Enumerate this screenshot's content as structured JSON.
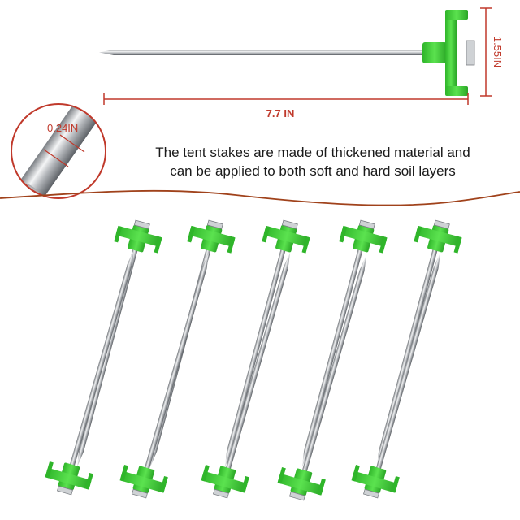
{
  "dimensions": {
    "length_label": "7.7 IN",
    "head_height_label": "1.55IN",
    "diameter_label": "0.24IN"
  },
  "description": {
    "line1": "The tent stakes are made of thickened material and",
    "line2": "can be applied to both soft and hard soil layers"
  },
  "colors": {
    "stake_green": "#3ecf35",
    "dimension_red": "#c0392b",
    "steel": "#b9bcc0"
  },
  "product": {
    "stake_count": 10
  }
}
